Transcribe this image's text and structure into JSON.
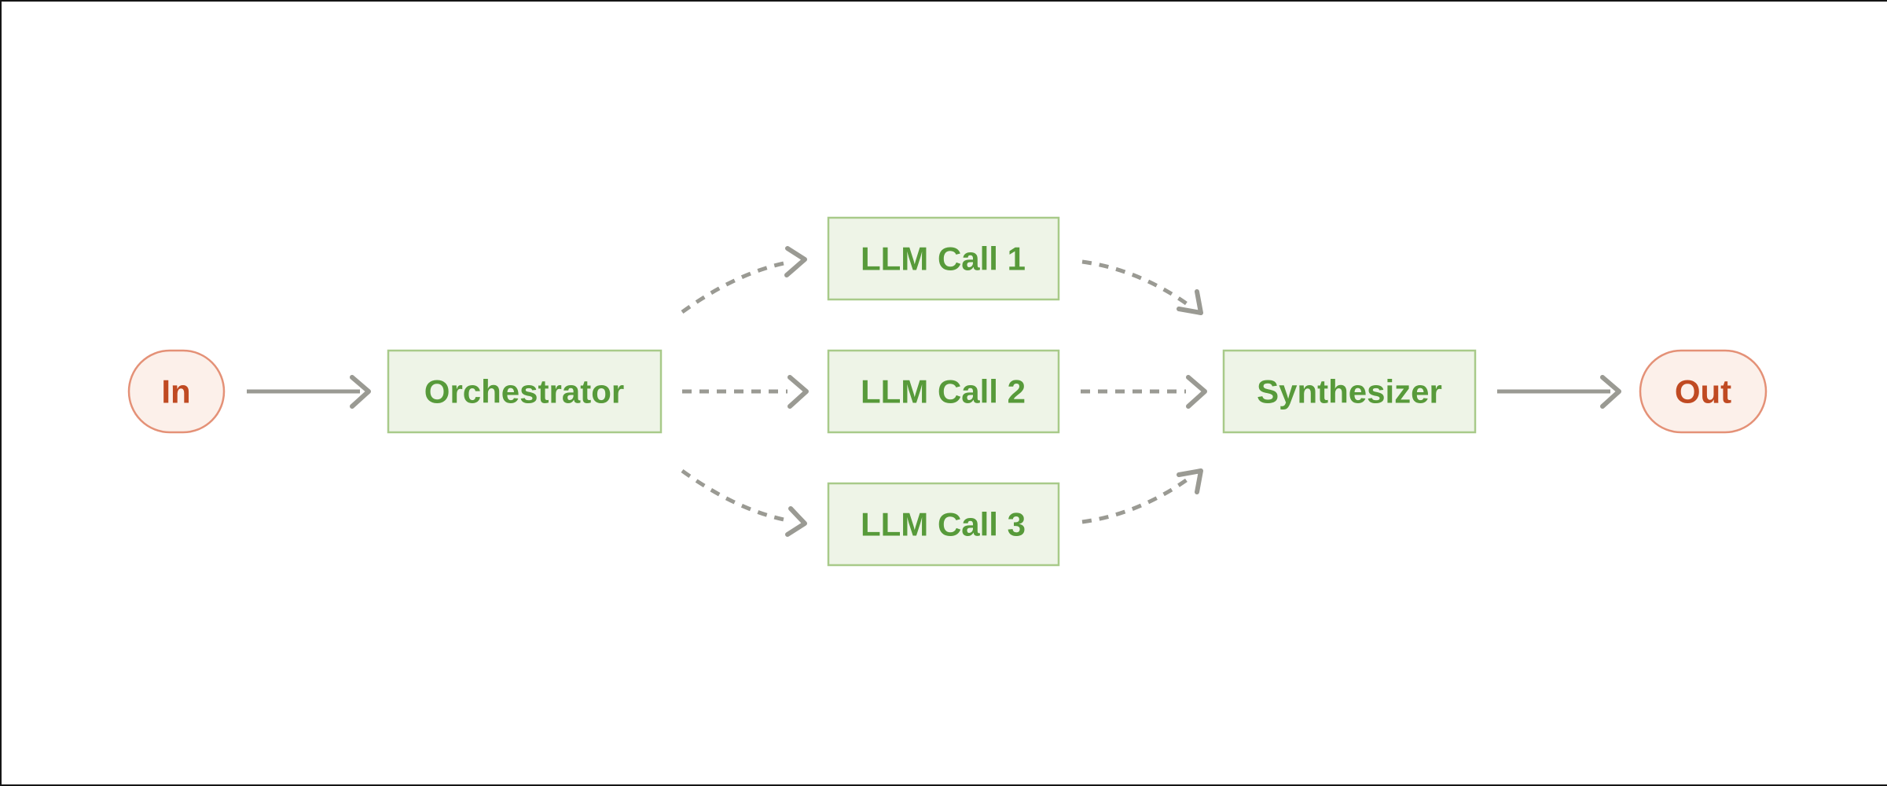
{
  "colors": {
    "background": "#ffffff",
    "frame-border": "#161616",
    "green-fill": "#eef4e7",
    "green-border": "#a8ca89",
    "green-text": "#579a3a",
    "pink-fill": "#fcf0ea",
    "pink-border": "#e49177",
    "red-text": "#c04a22",
    "arrow": "#9a9a93"
  },
  "nodes": {
    "in": {
      "label": "In"
    },
    "orchestrator": {
      "label": "Orchestrator"
    },
    "llm_call_1": {
      "label": "LLM Call 1"
    },
    "llm_call_2": {
      "label": "LLM Call 2"
    },
    "llm_call_3": {
      "label": "LLM Call 3"
    },
    "synthesizer": {
      "label": "Synthesizer"
    },
    "out": {
      "label": "Out"
    }
  }
}
